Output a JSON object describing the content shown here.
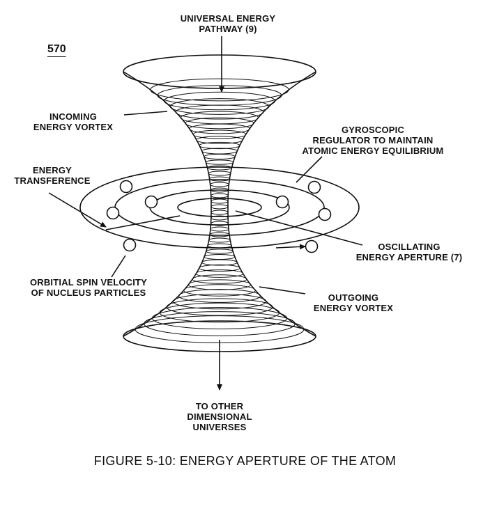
{
  "figure": {
    "ref_number": "570",
    "caption": "FIGURE 5-10: ENERGY APERTURE OF THE ATOM",
    "labels": {
      "universal_pathway": [
        "UNIVERSAL ENERGY",
        "PATHWAY (9)"
      ],
      "incoming_vortex": [
        "INCOMING",
        "ENERGY VORTEX"
      ],
      "gyroscopic": [
        "GYROSCOPIC",
        "REGULATOR TO MAINTAIN",
        "ATOMIC ENERGY EQUILIBRIUM"
      ],
      "energy_transference": [
        "ENERGY",
        "TRANSFERENCE"
      ],
      "oscillating_aperture": [
        "OSCILLATING",
        "ENERGY APERTURE (7)"
      ],
      "orbital_spin": [
        "ORBITIAL SPIN VELOCITY",
        "OF NUCLEUS PARTICLES"
      ],
      "outgoing_vortex": [
        "OUTGOING",
        "ENERGY VORTEX"
      ],
      "other_universes": [
        "TO OTHER",
        "DIMENSIONAL",
        "UNIVERSES"
      ]
    }
  }
}
